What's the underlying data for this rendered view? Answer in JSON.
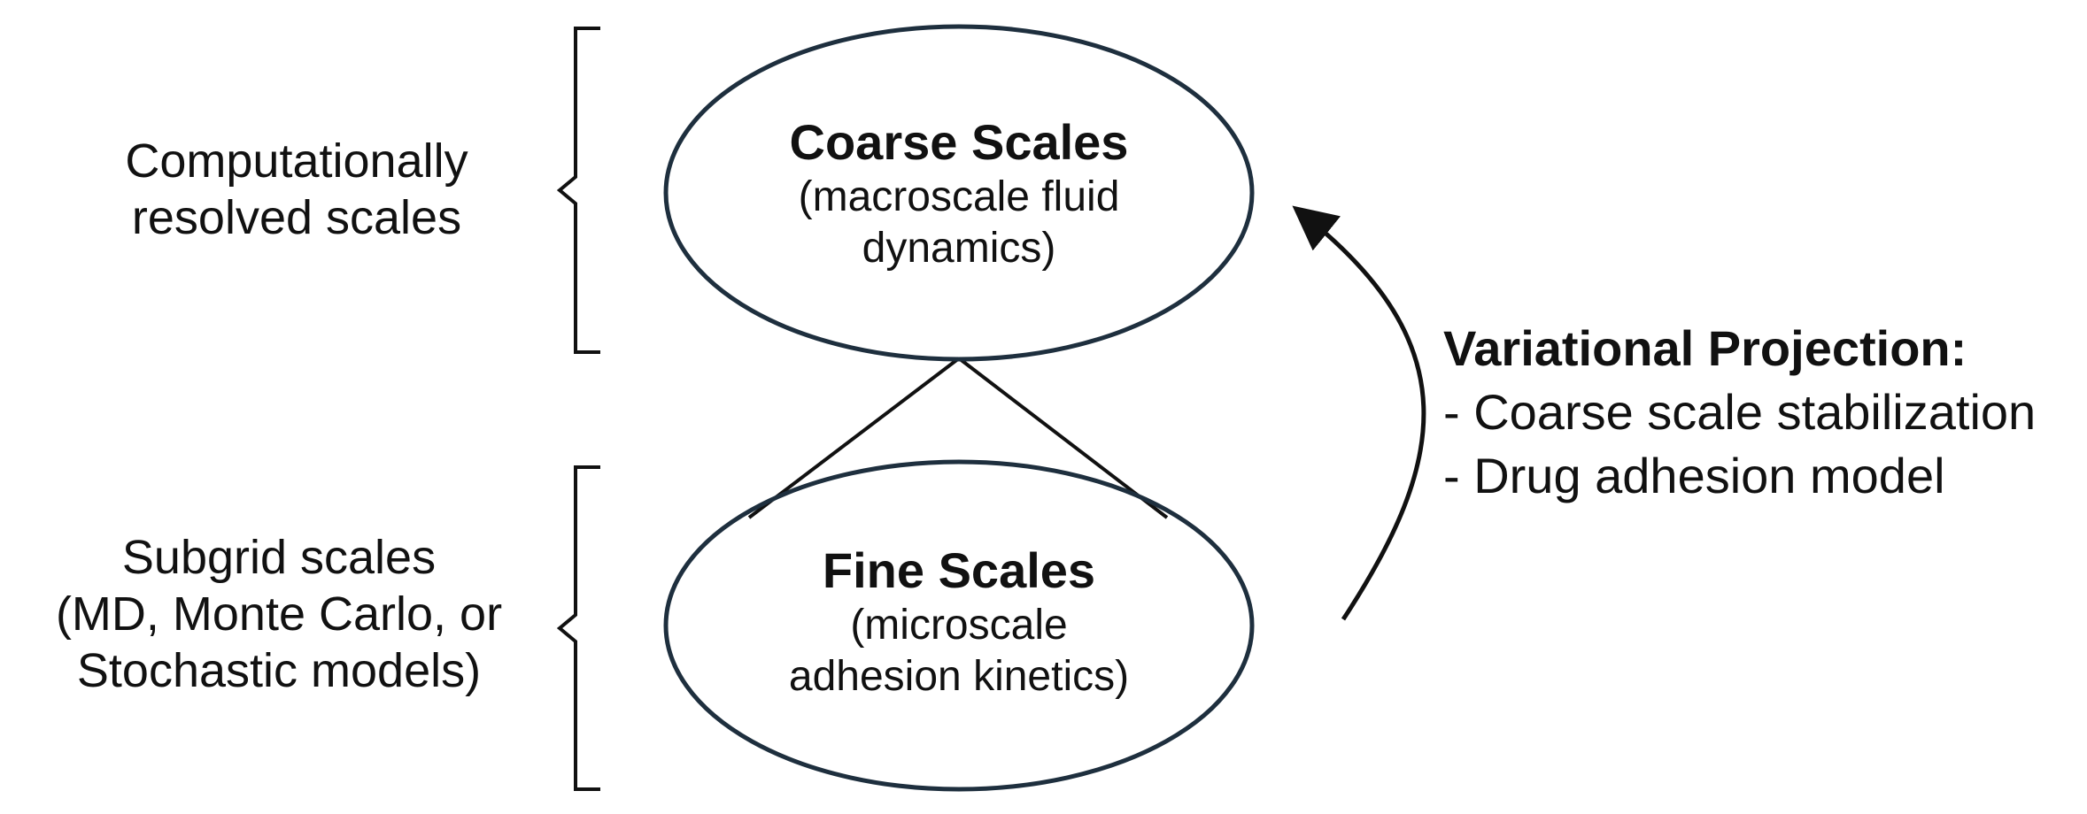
{
  "labels": {
    "resolved": [
      "Computationally",
      "resolved scales"
    ],
    "subgrid": [
      "Subgrid scales",
      "(MD, Monte Carlo, or",
      "Stochastic models)"
    ]
  },
  "coarse": {
    "title": "Coarse Scales",
    "subtitle": [
      "(macroscale fluid",
      "dynamics)"
    ]
  },
  "fine": {
    "title": "Fine Scales",
    "subtitle": [
      "(microscale",
      "adhesion kinetics)"
    ]
  },
  "projection": {
    "title": "Variational Projection:",
    "items": [
      "- Coarse scale stabilization",
      "- Drug adhesion model"
    ]
  },
  "colors": {
    "ellipse_stroke": "#1e2f3e",
    "line": "#111111",
    "text": "#111111"
  }
}
